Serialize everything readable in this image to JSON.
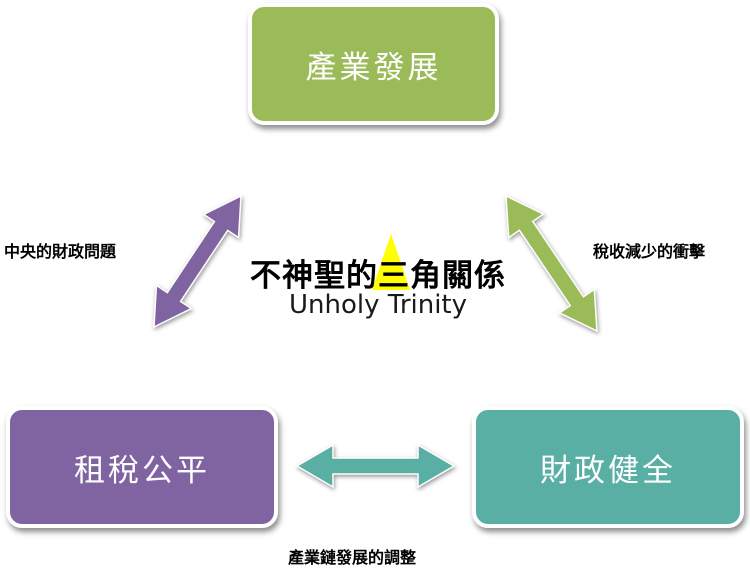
{
  "diagram": {
    "title": "不神聖的三角關係",
    "subtitle": "Unholy Trinity",
    "nodes": {
      "industry": "產業發展",
      "tax": "租稅公平",
      "finance": "財政健全"
    },
    "edges": {
      "tax_industry": "中央的財政問題",
      "industry_finance": "稅收減少的衝擊",
      "tax_finance": "產業鏈發展的調整"
    }
  },
  "colors": {
    "industry": "#9bbb59",
    "tax": "#8064a2",
    "finance": "#4bacc6",
    "finance_box": "#5aafa5",
    "triangle": "#ffff00",
    "arrow_left": "#8064a2",
    "arrow_right": "#9bbb59",
    "arrow_bottom": "#5aafa5"
  },
  "icons": {
    "center": "triangle-icon",
    "arrows": "double-arrow-icon"
  }
}
